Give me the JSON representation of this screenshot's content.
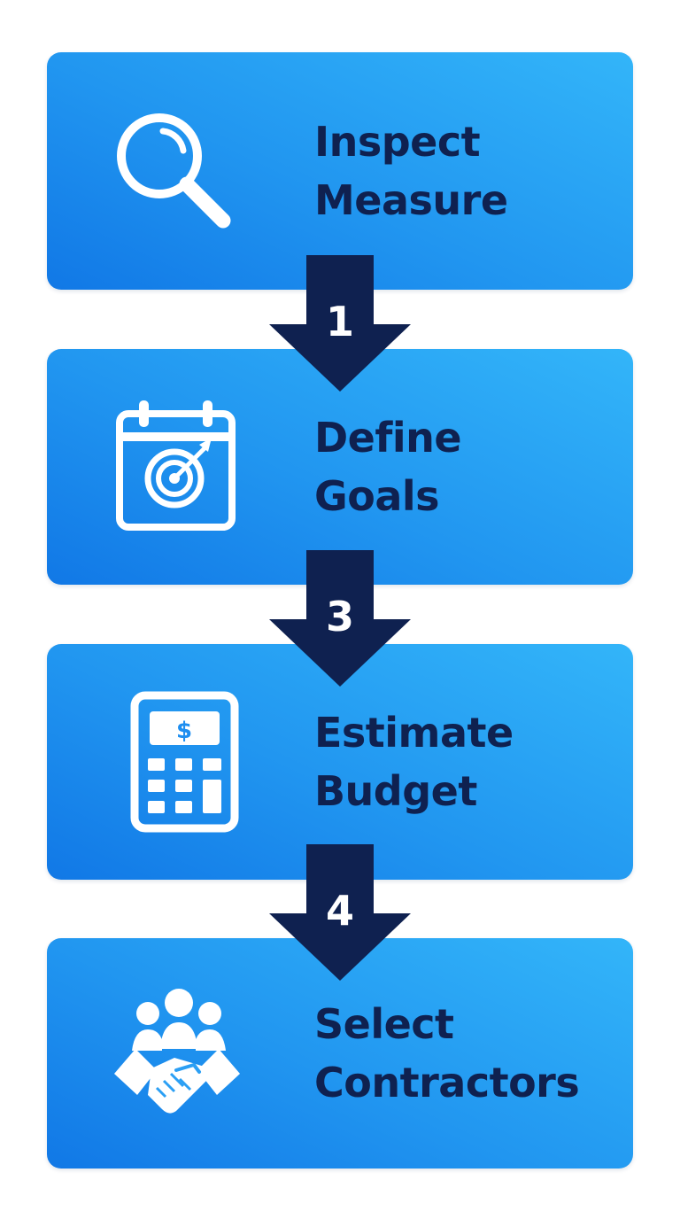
{
  "steps": [
    {
      "icon": "magnifier-icon",
      "line1": "Inspect",
      "line2": "Measure"
    },
    {
      "icon": "calendar-target-icon",
      "line1": "Define",
      "line2": "Goals"
    },
    {
      "icon": "calculator-icon",
      "line1": "Estimate",
      "line2": "Budget"
    },
    {
      "icon": "handshake-team-icon",
      "line1": "Select",
      "line2": "Contractors"
    }
  ],
  "arrows": [
    {
      "number": "1"
    },
    {
      "number": "3"
    },
    {
      "number": "4"
    }
  ],
  "colors": {
    "card_gradient_start": "#1178e6",
    "card_gradient_end": "#33b5f9",
    "text_navy": "#0f2150",
    "arrow_navy": "#0f2150",
    "icon_white": "#ffffff"
  }
}
